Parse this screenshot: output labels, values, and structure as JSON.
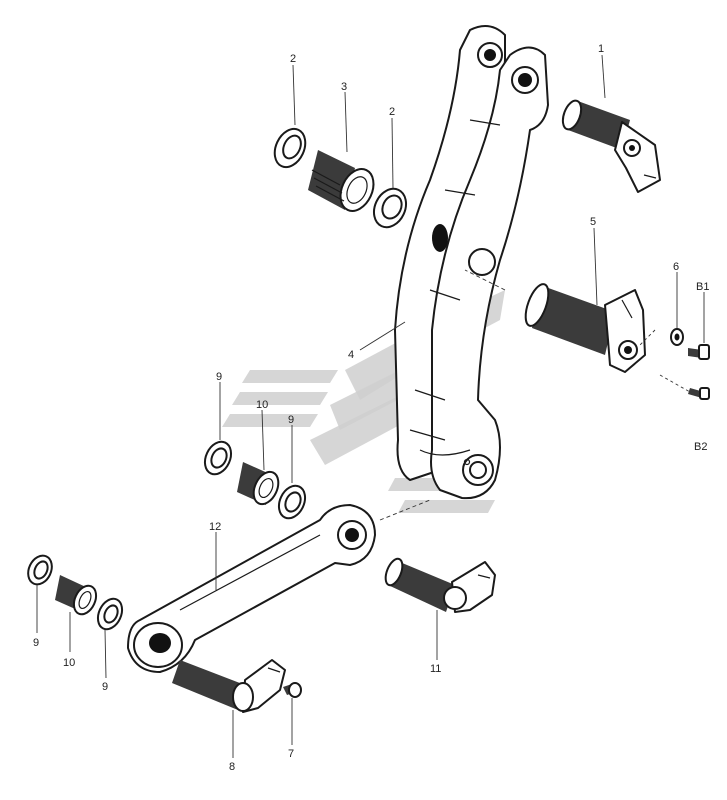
{
  "callouts": {
    "c1": "1",
    "c2a": "2",
    "c3": "3",
    "c2b": "2",
    "c4": "4",
    "c5": "5",
    "c6": "6",
    "cB1": "B1",
    "cB2": "B2",
    "c9a": "9",
    "c10a": "10",
    "c9b": "9",
    "c12": "12",
    "c9c": "9",
    "c10b": "10",
    "c9d": "9",
    "c11": "11",
    "c7": "7",
    "c8": "8"
  }
}
